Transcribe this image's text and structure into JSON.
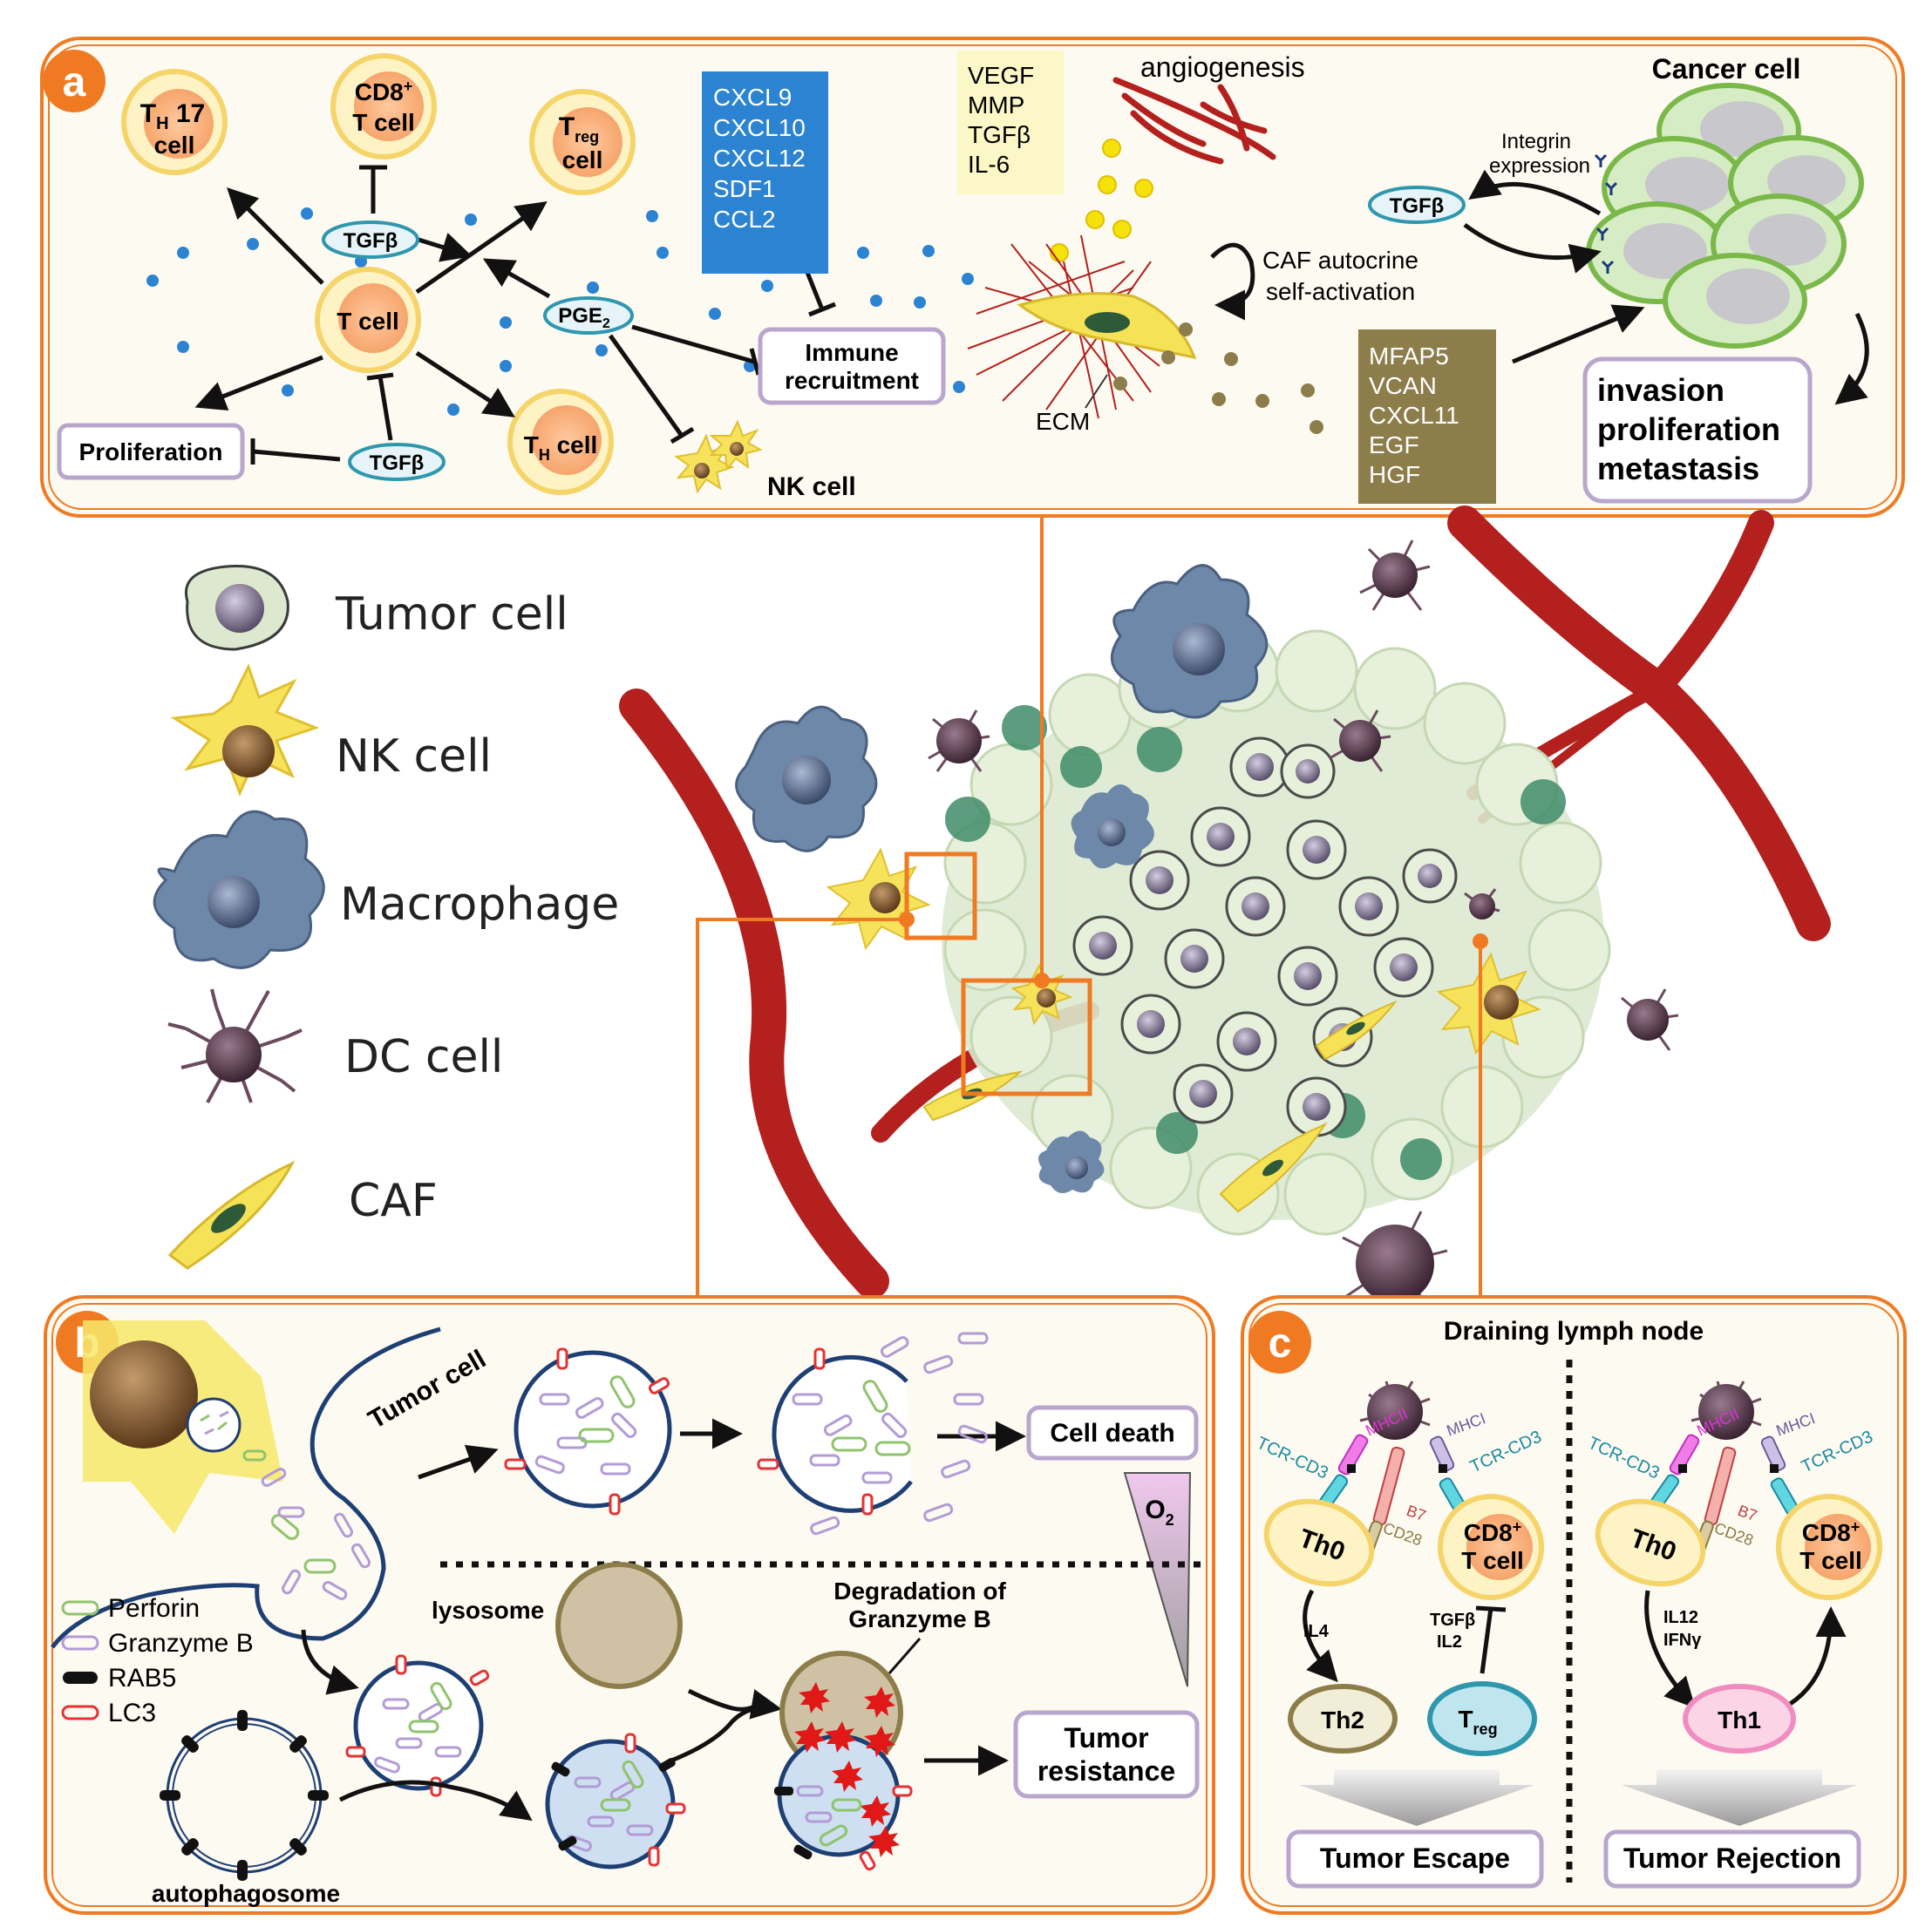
{
  "panel_a": {
    "letter": "a",
    "th17": {
      "main": "T",
      "sub": "H",
      "suffix": " 17",
      "line2": "cell"
    },
    "cd8": {
      "line1": "CD8",
      "sup": "+",
      "line2": "T cell"
    },
    "treg": {
      "main": "T",
      "sub": "reg",
      "line2": "cell"
    },
    "tcell": "T cell",
    "th_cell": {
      "main": "T",
      "sub": "H",
      "suffix": " cell"
    },
    "tgfb": "TGFβ",
    "pge2": {
      "main": "PGE",
      "sub": "2"
    },
    "proliferation": "Proliferation",
    "chemokines": [
      "CXCL9",
      "CXCL10",
      "CXCL12",
      "SDF1",
      "CCL2"
    ],
    "immune_recruitment": [
      "Immune",
      "recruitment"
    ],
    "nk_cell": "NK cell",
    "angio_factors": [
      "VEGF",
      "MMP",
      "TGFβ",
      "IL-6"
    ],
    "angiogenesis": "angiogenesis",
    "caf_autocrine": [
      "CAF autocrine",
      "self-activation"
    ],
    "ecm": "ECM",
    "caf_factors": [
      "MFAP5",
      "VCAN",
      "CXCL11",
      "EGF",
      "HGF"
    ],
    "cancer_cell": "Cancer cell",
    "integrin": [
      "Integrin",
      "expression"
    ],
    "outcome": [
      "invasion",
      "proliferation",
      "metastasis"
    ]
  },
  "legend": [
    "Tumor cell",
    "NK cell",
    "Macrophage",
    "DC cell",
    "CAF"
  ],
  "panel_b": {
    "letter": "b",
    "tumor_cell": "Tumor cell",
    "cell_death": "Cell death",
    "o2": {
      "main": "O",
      "sub": "2"
    },
    "lysosome": "lysosome",
    "degradation": [
      "Degradation of",
      "Granzyme B"
    ],
    "tumor_resistance": [
      "Tumor",
      "resistance"
    ],
    "autophagosome": "autophagosome",
    "key": [
      "Perforin",
      "Granzyme B",
      "RAB5",
      "LC3"
    ]
  },
  "panel_c": {
    "letter": "c",
    "title": "Draining lymph node",
    "mhcii": "MHCII",
    "mhci": "MHCI",
    "tcr": "TCR-CD3",
    "b7": "B7",
    "cd28": "CD28",
    "th0": "Th0",
    "cd8": {
      "line1": "CD8",
      "sup": "+",
      "line2": "T cell"
    },
    "il4": "IL4",
    "tgfb_il2": [
      "TGFβ",
      "IL2"
    ],
    "th2": "Th2",
    "treg": {
      "main": "T",
      "sub": "reg"
    },
    "il12_ifn": [
      "IL12",
      "IFNγ"
    ],
    "th1": "Th1",
    "escape": "Tumor Escape",
    "rejection": "Tumor Rejection"
  },
  "colors": {
    "orange": "#f07a22",
    "panel_bg": "#fdfaf1",
    "lilac": "#b8a6cc",
    "blue_box": "#2b83d2",
    "olive_box": "#8c7d4a",
    "yellow_box": "#fbf7c6",
    "vessel": "#b3201d",
    "teal": "#2f97ad"
  }
}
